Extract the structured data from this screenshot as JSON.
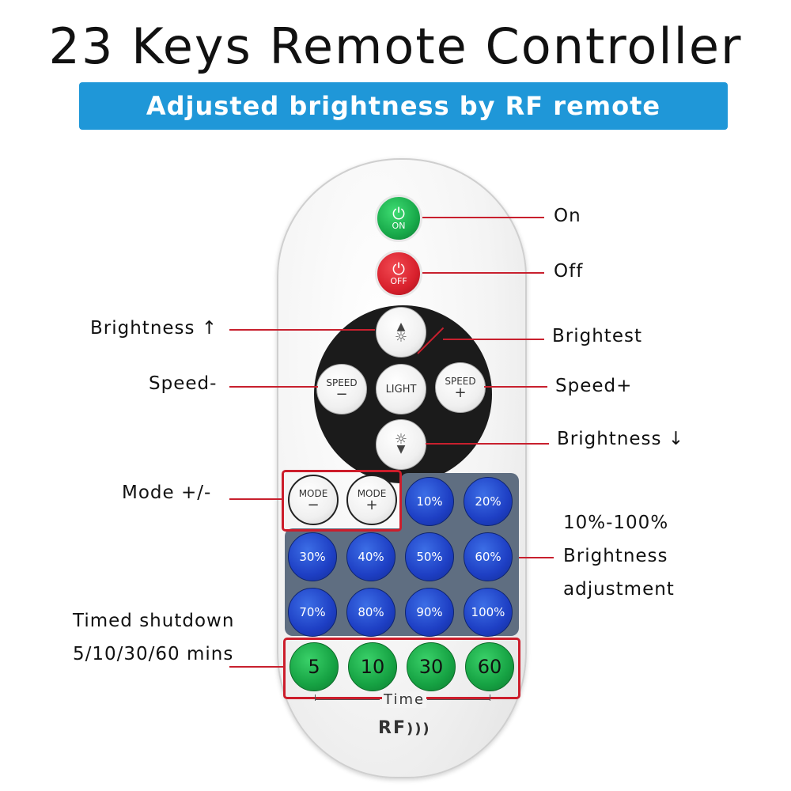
{
  "title": "23 Keys Remote Controller",
  "subtitle": "Adjusted brightness by RF remote controller",
  "remote": {
    "on_label": "ON",
    "off_label": "OFF",
    "light_label": "LIGHT",
    "speed_label": "SPEED",
    "speed_minus": "−",
    "speed_plus": "+",
    "mode_label": "MODE",
    "mode_minus": "−",
    "mode_plus": "+",
    "brightness_keys": [
      "10%",
      "20%",
      "30%",
      "40%",
      "50%",
      "60%",
      "70%",
      "80%",
      "90%",
      "100%"
    ],
    "timer_keys": [
      "5",
      "10",
      "30",
      "60"
    ],
    "time_label": "Time",
    "brand": "RF",
    "colors": {
      "on": "#18a94a",
      "off": "#d8202c",
      "brightness_keys": "#1e3fc4",
      "timer_keys": "#16a243",
      "accent_line": "#c8202e",
      "banner": "#1f97d8"
    }
  },
  "callouts": {
    "on": "On",
    "off": "Off",
    "brightness_up": "Brightness ↑",
    "brightest": "Brightest",
    "speed_minus": "Speed-",
    "speed_plus": "Speed+",
    "brightness_down": "Brightness ↓",
    "mode": "Mode +/-",
    "brightness_range": "10%-100%",
    "brightness_adjust_1": "Brightness",
    "brightness_adjust_2": "adjustment",
    "timed_1": "Timed shutdown",
    "timed_2": "5/10/30/60 mins"
  }
}
